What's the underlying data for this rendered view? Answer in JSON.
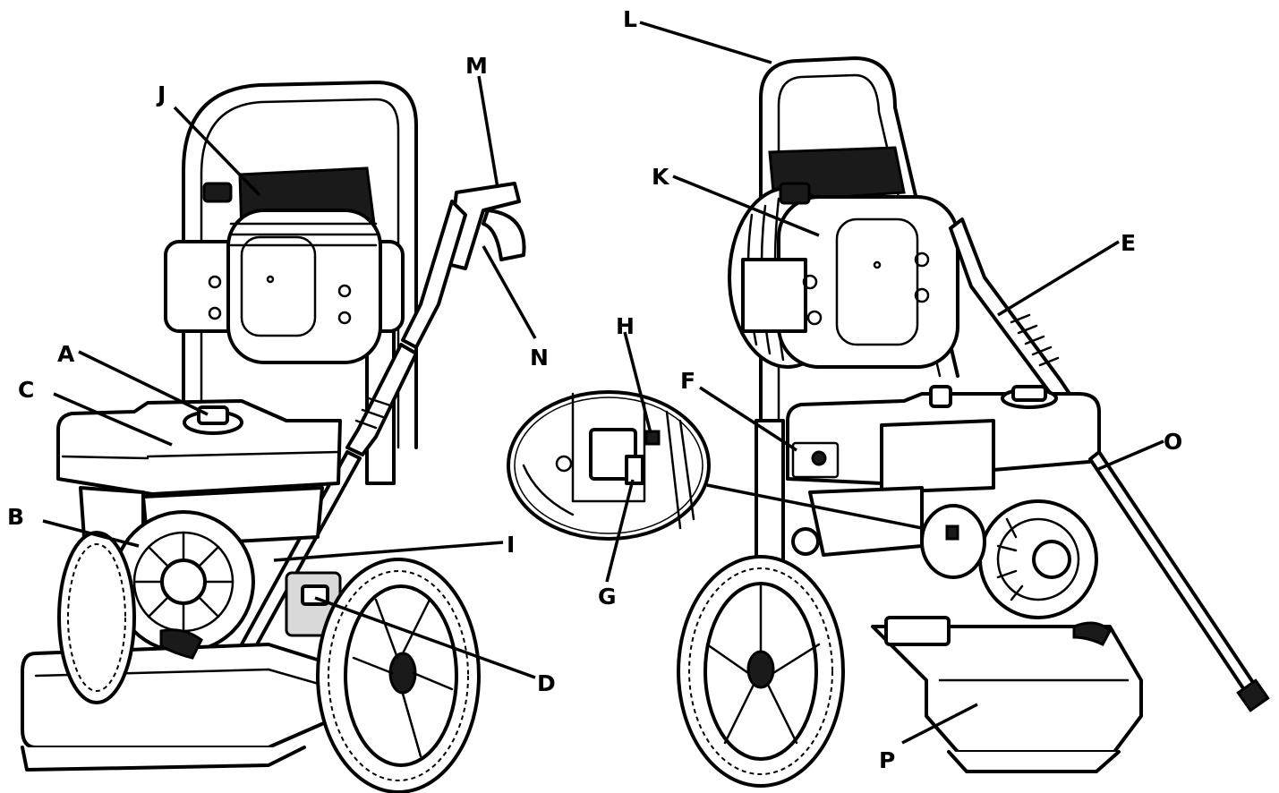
{
  "callouts": {
    "A": "A",
    "B": "B",
    "C": "C",
    "D": "D",
    "E": "E",
    "F": "F",
    "G": "G",
    "H": "H",
    "I": "I",
    "J": "J",
    "K": "K",
    "L": "L",
    "M": "M",
    "N": "N",
    "O": "O",
    "P": "P"
  },
  "colors": {
    "ink": "#000000",
    "background": "#ffffff"
  }
}
